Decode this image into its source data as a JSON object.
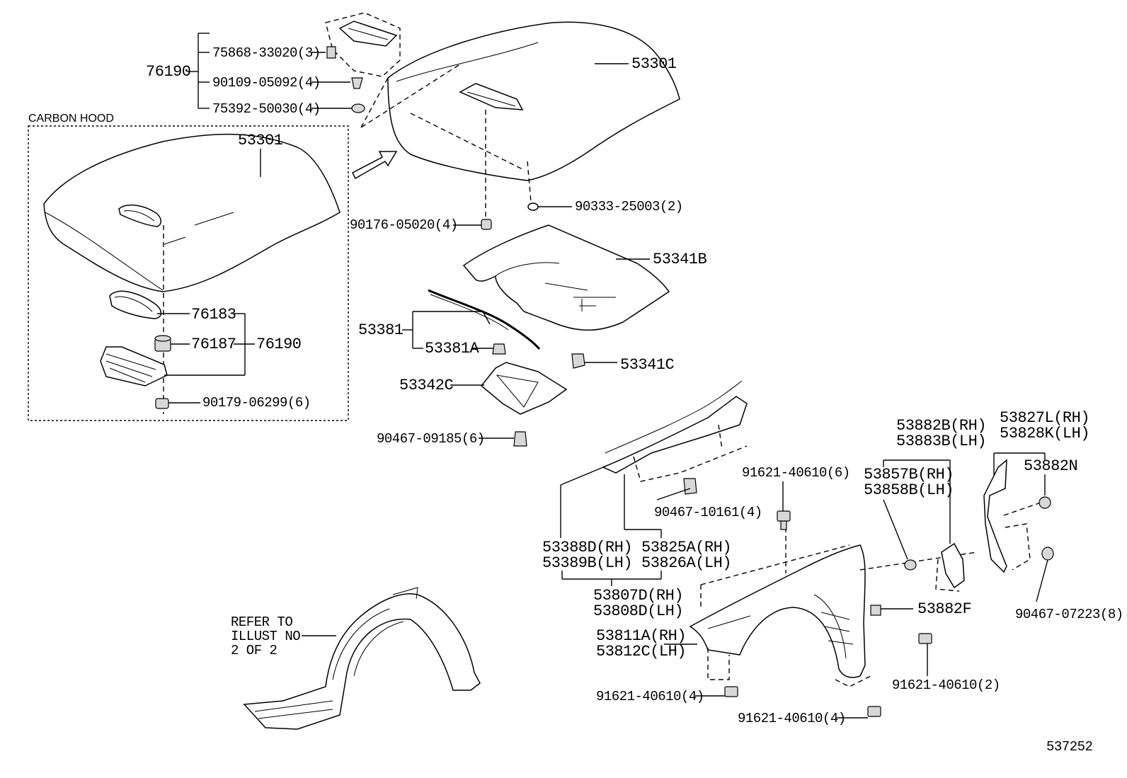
{
  "inset_title": "CARBON HOOD",
  "refer_note": [
    "REFER TO",
    "ILLUST NO",
    "2 OF 2"
  ],
  "illustration_number": "537252",
  "labels": {
    "p76190_top": "76190",
    "p75868": "75868-33020(3)",
    "p90109": "90109-05092(4)",
    "p75392": "75392-50030(4)",
    "p53301_main": "53301",
    "p53301_inset": "53301",
    "p90333": "90333-25003(2)",
    "p90176": "90176-05020(4)",
    "p53341B": "53341B",
    "p76183": "76183",
    "p76187": "76187",
    "p76190_inset": "76190",
    "p90179": "90179-06299(6)",
    "p53381": "53381",
    "p53381A": "53381A",
    "p53341C": "53341C",
    "p53342C": "53342C",
    "p90467_09185": "90467-09185(6)",
    "p91621_top": "91621-40610(6)",
    "p90467_10161": "90467-10161(4)",
    "p53882B": "53882B(RH)",
    "p53883B": "53883B(LH)",
    "p53857B": "53857B(RH)",
    "p53858B": "53858B(LH)",
    "p53827L": "53827L(RH)",
    "p53828K": "53828K(LH)",
    "p53882N": "53882N",
    "p53388D": "53388D(RH)",
    "p53389B": "53389B(LH)",
    "p53825A": "53825A(RH)",
    "p53826A": "53826A(LH)",
    "p53807D": "53807D(RH)",
    "p53808D": "53808D(LH)",
    "p53811A": "53811A(RH)",
    "p53812C": "53812C(LH)",
    "p53882F": "53882F",
    "p90467_07223": "90467-07223(8)",
    "p91621_left4": "91621-40610(4)",
    "p91621_right2": "91621-40610(2)",
    "p91621_bottom4": "91621-40610(4)"
  }
}
